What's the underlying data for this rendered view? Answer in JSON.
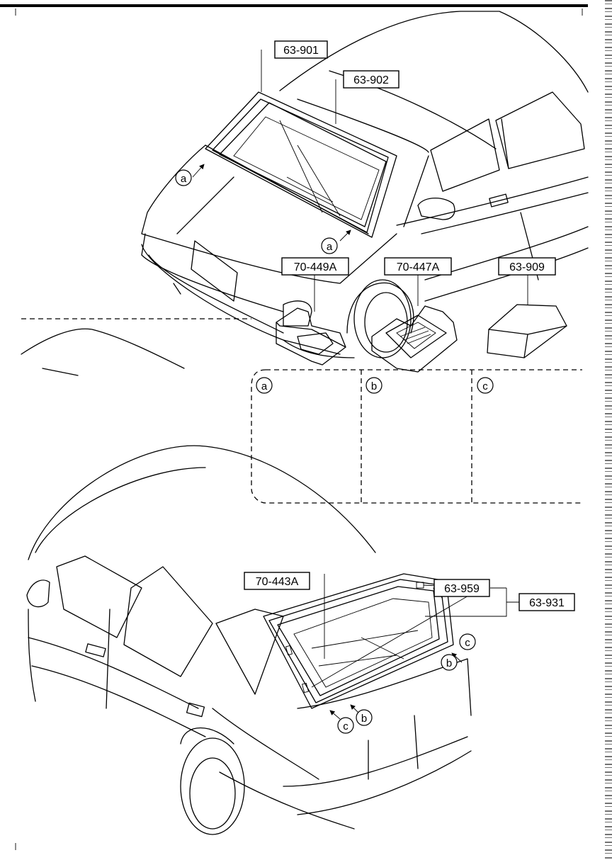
{
  "labels": {
    "l1": "63-901",
    "l2": "63-902",
    "l3": "70-449A",
    "l4": "70-447A",
    "l5": "63-909",
    "l6": "70-443A",
    "l7": "63-959",
    "l8": "63-931"
  },
  "callouts": {
    "a": "a",
    "b": "b",
    "c": "c"
  }
}
